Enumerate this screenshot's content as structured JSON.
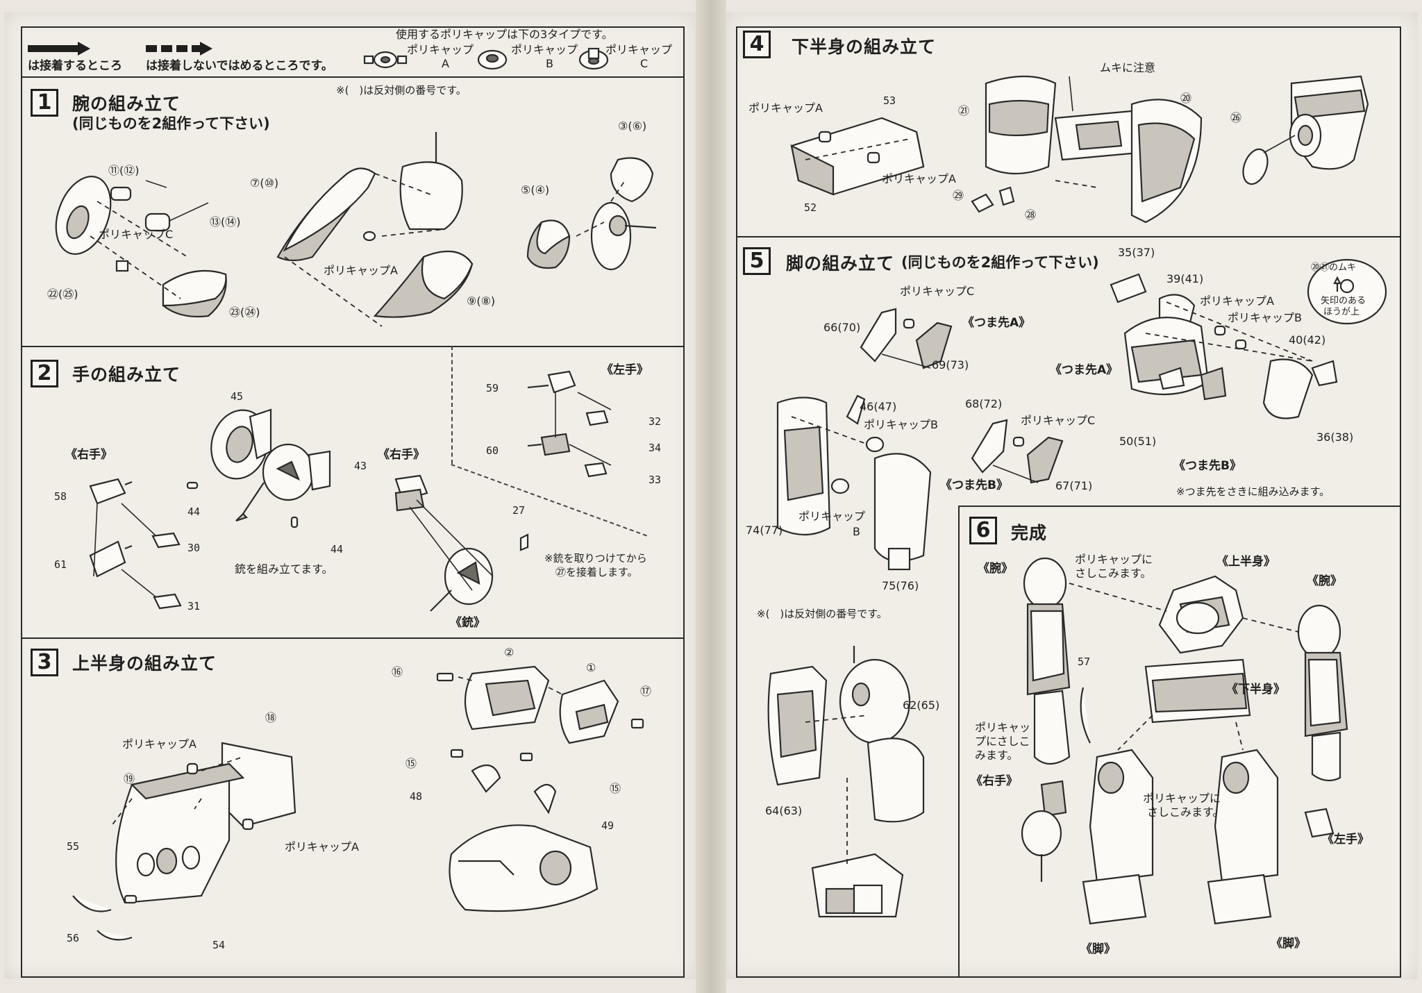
{
  "legend": {
    "glue": "は接着するところ",
    "no_glue": "は接着しないではめるところです。",
    "polycap_intro": "使用するポリキャップは下の3タイプです。",
    "polycaps": [
      {
        "name": "ポリキャップ",
        "type": "A"
      },
      {
        "name": "ポリキャップ",
        "type": "B"
      },
      {
        "name": "ポリキャップ",
        "type": "C"
      }
    ]
  },
  "opposite_note": "※(　)は反対側の番号です。",
  "step1": {
    "num": "1",
    "title": "腕の組み立て",
    "subtitle": "(同じものを2組作って下さい)",
    "labels": {
      "polycap_c": "ポリキャップC",
      "polycap_a": "ポリキャップA",
      "p11": "⑪(⑫)",
      "p13": "⑬(⑭)",
      "p22": "㉒(㉕)",
      "p23": "㉓(㉔)",
      "p7": "⑦(⑩)",
      "p9": "⑨(⑧)",
      "p3": "③(⑥)",
      "p5": "⑤(④)"
    }
  },
  "step2": {
    "num": "2",
    "title": "手の組み立て",
    "labels": {
      "right_hand1": "《右手》",
      "right_hand2": "《右手》",
      "left_hand": "《左手》",
      "gun": "《銃》",
      "gun_assembly": "銃を組み立てます。",
      "gun_note1": "※銃を取りつけてから",
      "gun_note2": "㉗を接着します。",
      "p58": "58",
      "p61": "61",
      "p30": "30",
      "p31": "31",
      "p45": "45",
      "p43": "43",
      "p44a": "44",
      "p44b": "44",
      "p27": "27",
      "p59": "59",
      "p60": "60",
      "p32": "32",
      "p34": "34",
      "p33": "33"
    }
  },
  "step3": {
    "num": "3",
    "title": "上半身の組み立て",
    "labels": {
      "polycap_a1": "ポリキャップA",
      "polycap_a2": "ポリキャップA",
      "p18": "⑱",
      "p19": "⑲",
      "p55": "55",
      "p56": "56",
      "p54": "54",
      "p16": "⑯",
      "p2": "②",
      "p1": "①",
      "p17": "⑰",
      "p15a": "⑮",
      "p15b": "⑮",
      "p48": "48",
      "p49": "49"
    }
  },
  "step4": {
    "num": "4",
    "title": "下半身の組み立て",
    "labels": {
      "polycap_a1": "ポリキャップA",
      "polycap_a2": "ポリキャップA",
      "caution": "ムキに注意",
      "p53": "53",
      "p52": "52",
      "p21": "㉑",
      "p20": "⑳",
      "p26": "㉖",
      "p29": "㉙",
      "p28": "㉘"
    }
  },
  "step5": {
    "num": "5",
    "title": "脚の組み立て",
    "subtitle": "(同じものを2組作って下さい)",
    "labels": {
      "polycap_c1": "ポリキャップC",
      "polycap_c2": "ポリキャップC",
      "polycap_b1": "ポリキャップB",
      "polycap_b2": "ポリキャップ",
      "polycap_b2b": "B",
      "polycap_a": "ポリキャップA",
      "polycap_b3": "ポリキャップB",
      "toe_a1": "《つま先A》",
      "toe_a2": "《つま先A》",
      "toe_b1": "《つま先B》",
      "toe_b2": "《つま先B》",
      "toe_note": "※つま先をさきに組み込みます。",
      "orient_title": "⑳㉑のムキ",
      "orient_text1": "矢印のある",
      "orient_text2": "ほうが上",
      "p66": "66(70)",
      "p69": "69(73)",
      "p46": "46(47)",
      "p68": "68(72)",
      "p67": "67(71)",
      "p74": "74(77)",
      "p75": "75(76)",
      "p35": "35(37)",
      "p39": "39(41)",
      "p40": "40(42)",
      "p50": "50(51)",
      "p36": "36(38)",
      "p64": "64(63)",
      "p62": "62(65)"
    }
  },
  "step6": {
    "num": "6",
    "title": "完成",
    "labels": {
      "arm_left": "《腕》",
      "arm_right": "《腕》",
      "upper_body": "《上半身》",
      "lower_body": "《下半身》",
      "right_hand": "《右手》",
      "left_hand": "《左手》",
      "leg1": "《脚》",
      "leg2": "《脚》",
      "insert1a": "ポリキャップに",
      "insert1b": "さしこみます。",
      "insert2a": "ポリキャッ",
      "insert2b": "プにさしこ",
      "insert2c": "みます。",
      "insert3a": "ポリキャップに",
      "insert3b": "さしこみます。",
      "p57": "57"
    }
  }
}
